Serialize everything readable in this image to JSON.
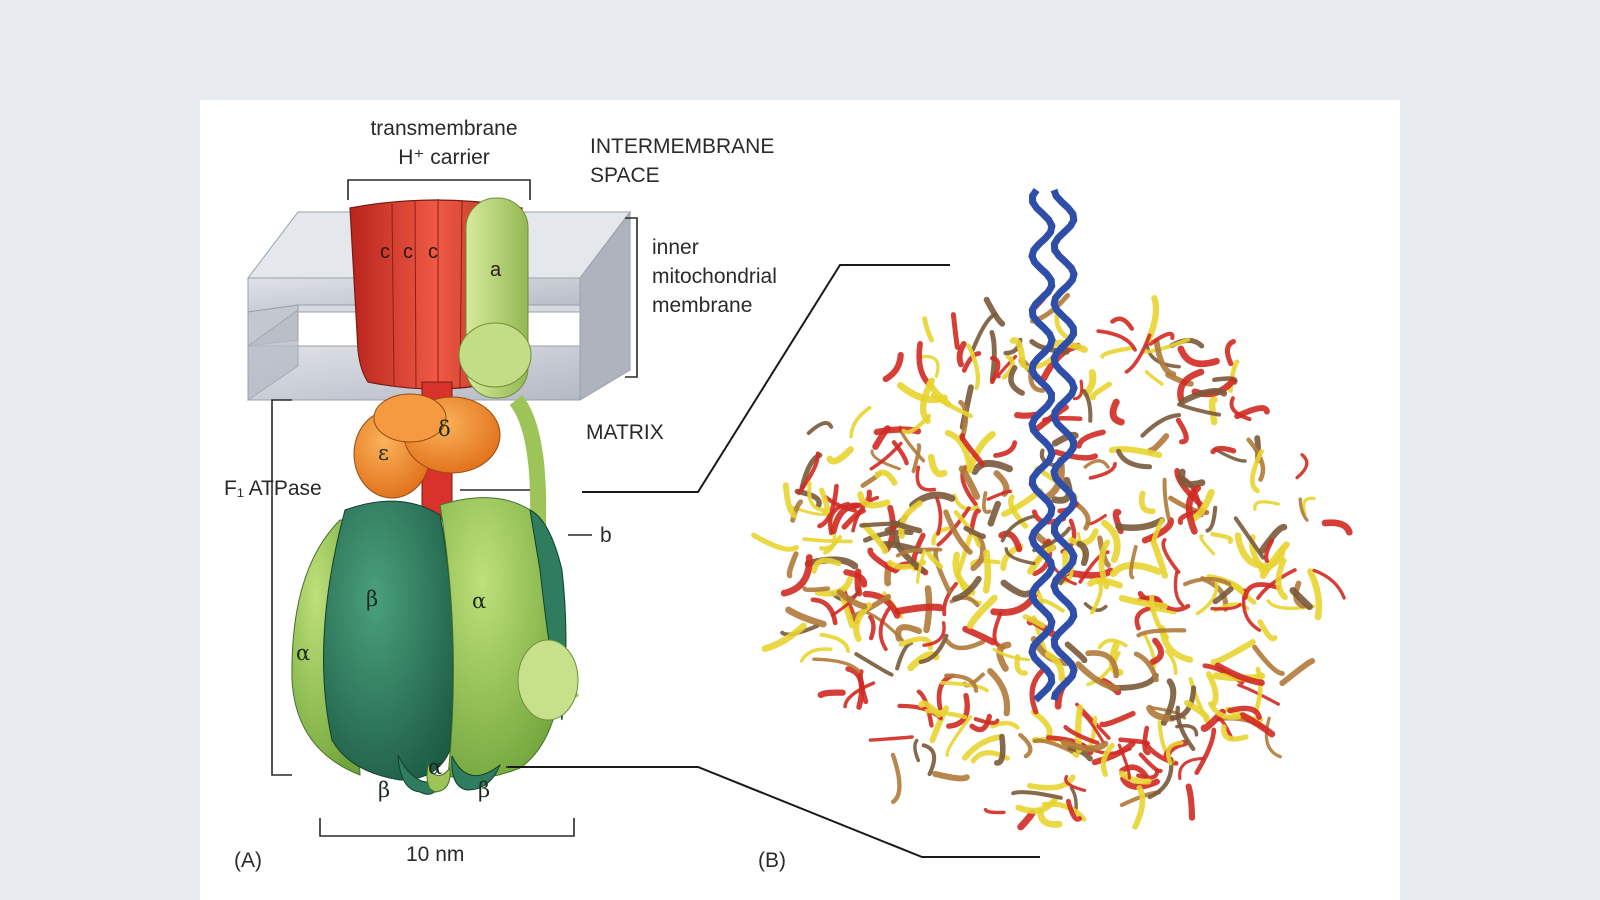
{
  "labels": {
    "transmembrane_line1": "transmembrane",
    "transmembrane_line2": "H⁺ carrier",
    "intermembrane_line1": "INTERMEMBRANE",
    "intermembrane_line2": "SPACE",
    "inner_line1": "inner",
    "inner_line2": "mitochondrial",
    "inner_line3": "membrane",
    "matrix": "MATRIX",
    "f1_atpase": "F₁ ATPase",
    "b": "b",
    "scale": "10 nm",
    "panel_a": "(A)",
    "panel_b": "(B)"
  },
  "subunits": {
    "c1": "c",
    "c2": "c",
    "c3": "c",
    "a": "a",
    "delta": "δ",
    "epsilon": "ε",
    "beta_front": "β",
    "alpha_front": "α",
    "alpha_left": "α",
    "alpha_bottom": "α",
    "beta_bottom_left": "β",
    "beta_bottom_right": "β"
  },
  "colors": {
    "page_bg": "#e8ecf1",
    "figure_bg": "#ffffff",
    "membrane": "#c9cdd5",
    "c_ring": "#d83a2c",
    "a_subunit": "#b8d47a",
    "delta_epsilon": "#f08a2a",
    "alpha": "#8fc24e",
    "beta": "#2f7d5e",
    "helix_red": "#d02a22",
    "helix_yellow": "#e8d430",
    "helix_blue": "#2f4ea8"
  }
}
